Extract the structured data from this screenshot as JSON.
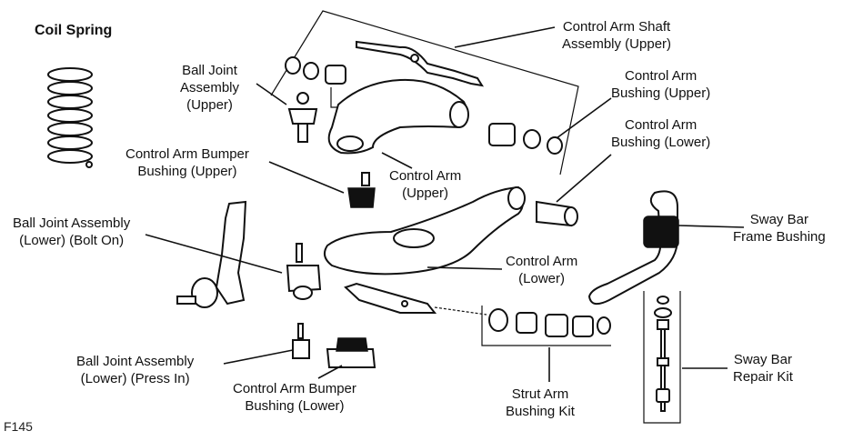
{
  "labels": {
    "coil_spring": "Coil Spring",
    "shaft_upper_1": "Control Arm  Shaft",
    "shaft_upper_2": "Assembly (Upper)",
    "bj_upper_1": "Ball Joint",
    "bj_upper_2": "Assembly",
    "bj_upper_3": "(Upper)",
    "bushing_upper_1": "Control Arm",
    "bushing_upper_2": "Bushing (Upper)",
    "bushing_lower_1": "Control Arm",
    "bushing_lower_2": "Bushing (Lower)",
    "bumper_upper_1": "Control Arm Bumper",
    "bumper_upper_2": "Bushing (Upper)",
    "arm_upper_1": "Control Arm",
    "arm_upper_2": "(Upper)",
    "bj_bolt_1": "Ball Joint Assembly",
    "bj_bolt_2": "(Lower) (Bolt On)",
    "sway_frame_1": "Sway Bar",
    "sway_frame_2": "Frame Bushing",
    "arm_lower_1": "Control Arm",
    "arm_lower_2": "(Lower)",
    "sway_kit_1": "Sway Bar",
    "sway_kit_2": "Repair Kit",
    "bj_press_1": "Ball Joint Assembly",
    "bj_press_2": "(Lower) (Press In)",
    "bumper_lower_1": "Control Arm Bumper",
    "bumper_lower_2": "Bushing (Lower)",
    "strut_kit_1": "Strut Arm",
    "strut_kit_2": "Bushing Kit",
    "figure_code": "F145"
  }
}
